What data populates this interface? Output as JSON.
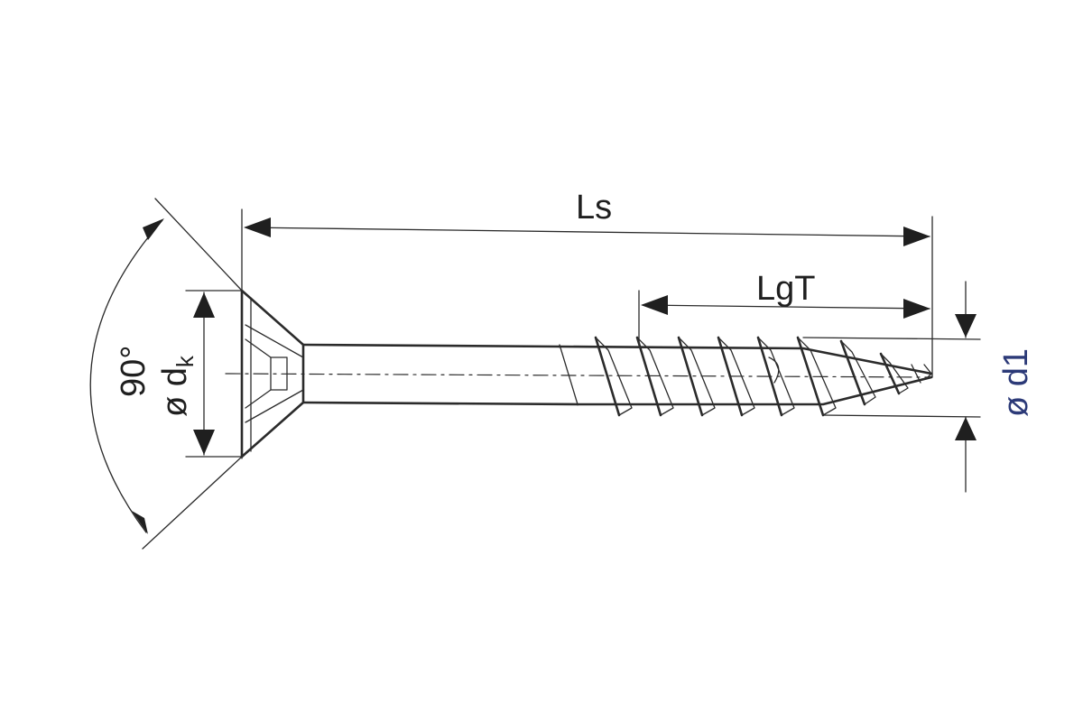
{
  "labels": {
    "overall_length": "Ls",
    "thread_length": "LgT",
    "thread_diameter": "ø d1",
    "angle": "90°",
    "head_diameter_prefix": "ø d",
    "head_diameter_subscript": "k"
  },
  "colors": {
    "line": "#2b2b2b",
    "label": "#1f1f1f",
    "d1_label": "#2c3a78"
  }
}
